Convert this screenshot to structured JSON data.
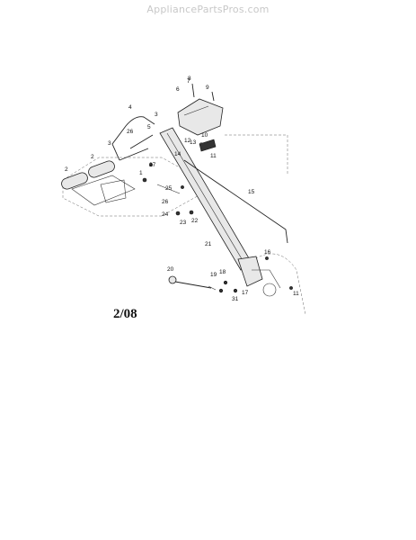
{
  "watermark": "AppliancePartsPros.com",
  "date_code": "2/08",
  "callouts": [
    "2",
    "2",
    "3",
    "3",
    "4",
    "5",
    "6",
    "7",
    "8",
    "9",
    "10",
    "11",
    "12",
    "13",
    "14",
    "15",
    "16",
    "17",
    "18",
    "19",
    "20",
    "21",
    "22",
    "23",
    "24",
    "25",
    "26",
    "26",
    "27",
    "1",
    "11",
    "31"
  ]
}
